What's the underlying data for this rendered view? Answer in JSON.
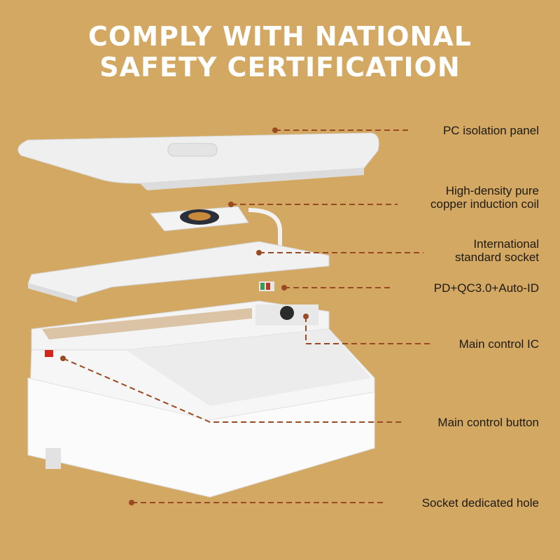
{
  "headline": {
    "line1": "COMPLY WITH NATIONAL",
    "line2": "SAFETY CERTIFICATION"
  },
  "callouts": [
    {
      "label": "PC isolation panel"
    },
    {
      "label_line1": "High-density pure",
      "label_line2": "copper induction coil"
    },
    {
      "label_line1": "International",
      "label_line2": "standard socket"
    },
    {
      "label": "PD+QC3.0+Auto-ID"
    },
    {
      "label": "Main control IC"
    },
    {
      "label": "Main control button"
    },
    {
      "label": "Socket dedicated hole"
    }
  ],
  "colors": {
    "background": "#d3a862",
    "leader": "#9a4a22",
    "text": "#1e1a14"
  }
}
